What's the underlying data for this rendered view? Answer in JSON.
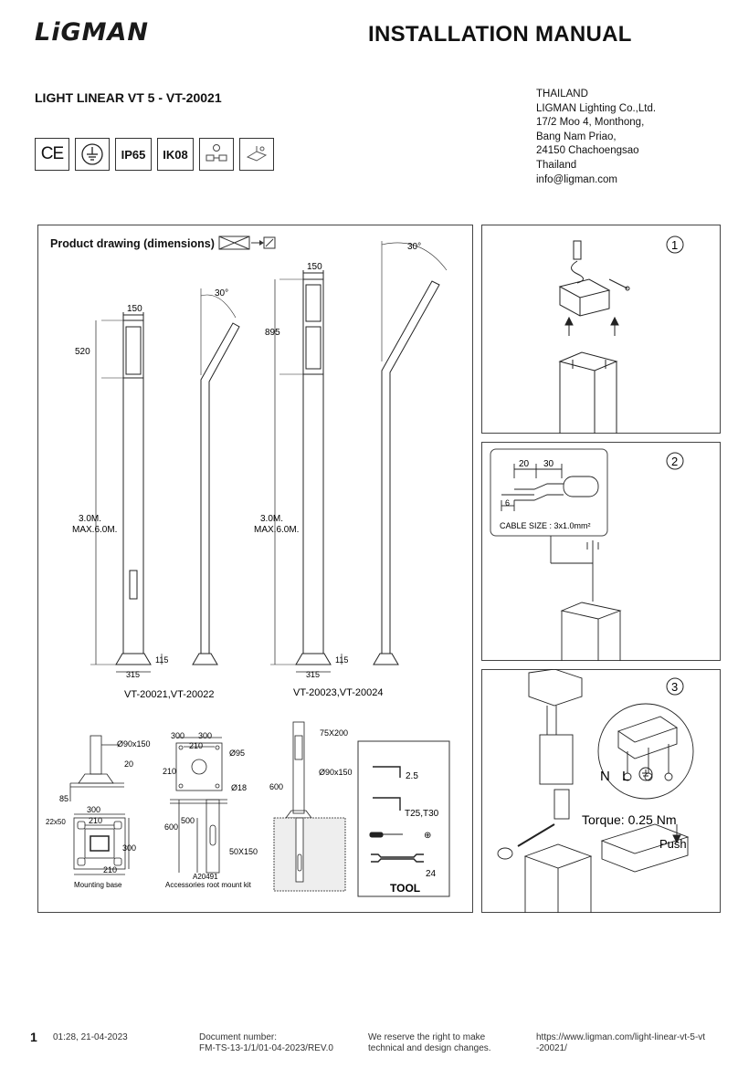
{
  "header": {
    "brand": "LiGMAN",
    "document_title": "INSTALLATION MANUAL",
    "product_title": "LIGHT LINEAR VT 5 - VT-20021"
  },
  "address": [
    "THAILAND",
    "LIGMAN Lighting Co.,Ltd.",
    "17/2 Moo 4, Monthong,",
    "Bang Nam Priao,",
    "24150 Chachoengsao",
    "Thailand",
    "info@ligman.com"
  ],
  "certifications": [
    "CE",
    "earth-symbol",
    "IP65",
    "IK08",
    "driver-symbol",
    "install-symbol"
  ],
  "cert_labels": {
    "ce": "CE",
    "ip": "IP65",
    "ik": "IK08"
  },
  "drawing": {
    "title": "Product drawing (dimensions)",
    "pole1": {
      "width": "150",
      "head": "520",
      "height_line1": "3.0M.",
      "height_line2": "MAX.6.0M.",
      "base_h": "115",
      "base_w": "315",
      "caption": "VT-20021,VT-20022",
      "angle": "30°"
    },
    "pole2": {
      "width": "150",
      "head": "895",
      "height_line1": "3.0M.",
      "height_line2": "MAX.6.0M.",
      "base_h": "115",
      "base_w": "315",
      "caption": "VT-20023,VT-20024",
      "angle": "30°"
    },
    "mounting": {
      "pipe": "Ø90x150",
      "plate_t": "20",
      "edge": "85",
      "w300": "300",
      "w210": "210",
      "hole": "22x50",
      "side300": "300",
      "side210": "210",
      "caption": "Mounting base"
    },
    "root_kit": {
      "w300a": "300",
      "w300b": "300",
      "w210": "210",
      "d95": "Ø95",
      "d18": "Ø18",
      "h210": "210",
      "h500": "500",
      "h600": "600",
      "slot": "50X150",
      "code": "A20491",
      "caption": "Accessories root mount kit"
    },
    "concrete": {
      "top": "75X200",
      "pipe": "Ø90x150",
      "depth": "600"
    },
    "tool": {
      "hex": "2.5",
      "torx": "T25,T30",
      "wrench": "24",
      "phillips": "⊕",
      "title": "TOOL"
    }
  },
  "steps": {
    "step1": {
      "number": "1"
    },
    "step2": {
      "number": "2",
      "d20": "20",
      "d30": "30",
      "d6": "6",
      "cable": "CABLE SIZE : 3x1.0mm²"
    },
    "step3": {
      "number": "3",
      "n": "N",
      "l": "L",
      "torque": "Torque: 0.25 Nm",
      "push": "Push"
    }
  },
  "footer": {
    "page": "1",
    "timestamp": "01:28, 21-04-2023",
    "doc_label": "Document number:",
    "doc_number": "FM-TS-13-1/1/01-04-2023/REV.0",
    "disclaimer1": "We reserve the right to make",
    "disclaimer2": "technical and design changes.",
    "url1": "https://www.ligman.com/light-linear-vt-5-vt",
    "url2": "-20021/"
  }
}
